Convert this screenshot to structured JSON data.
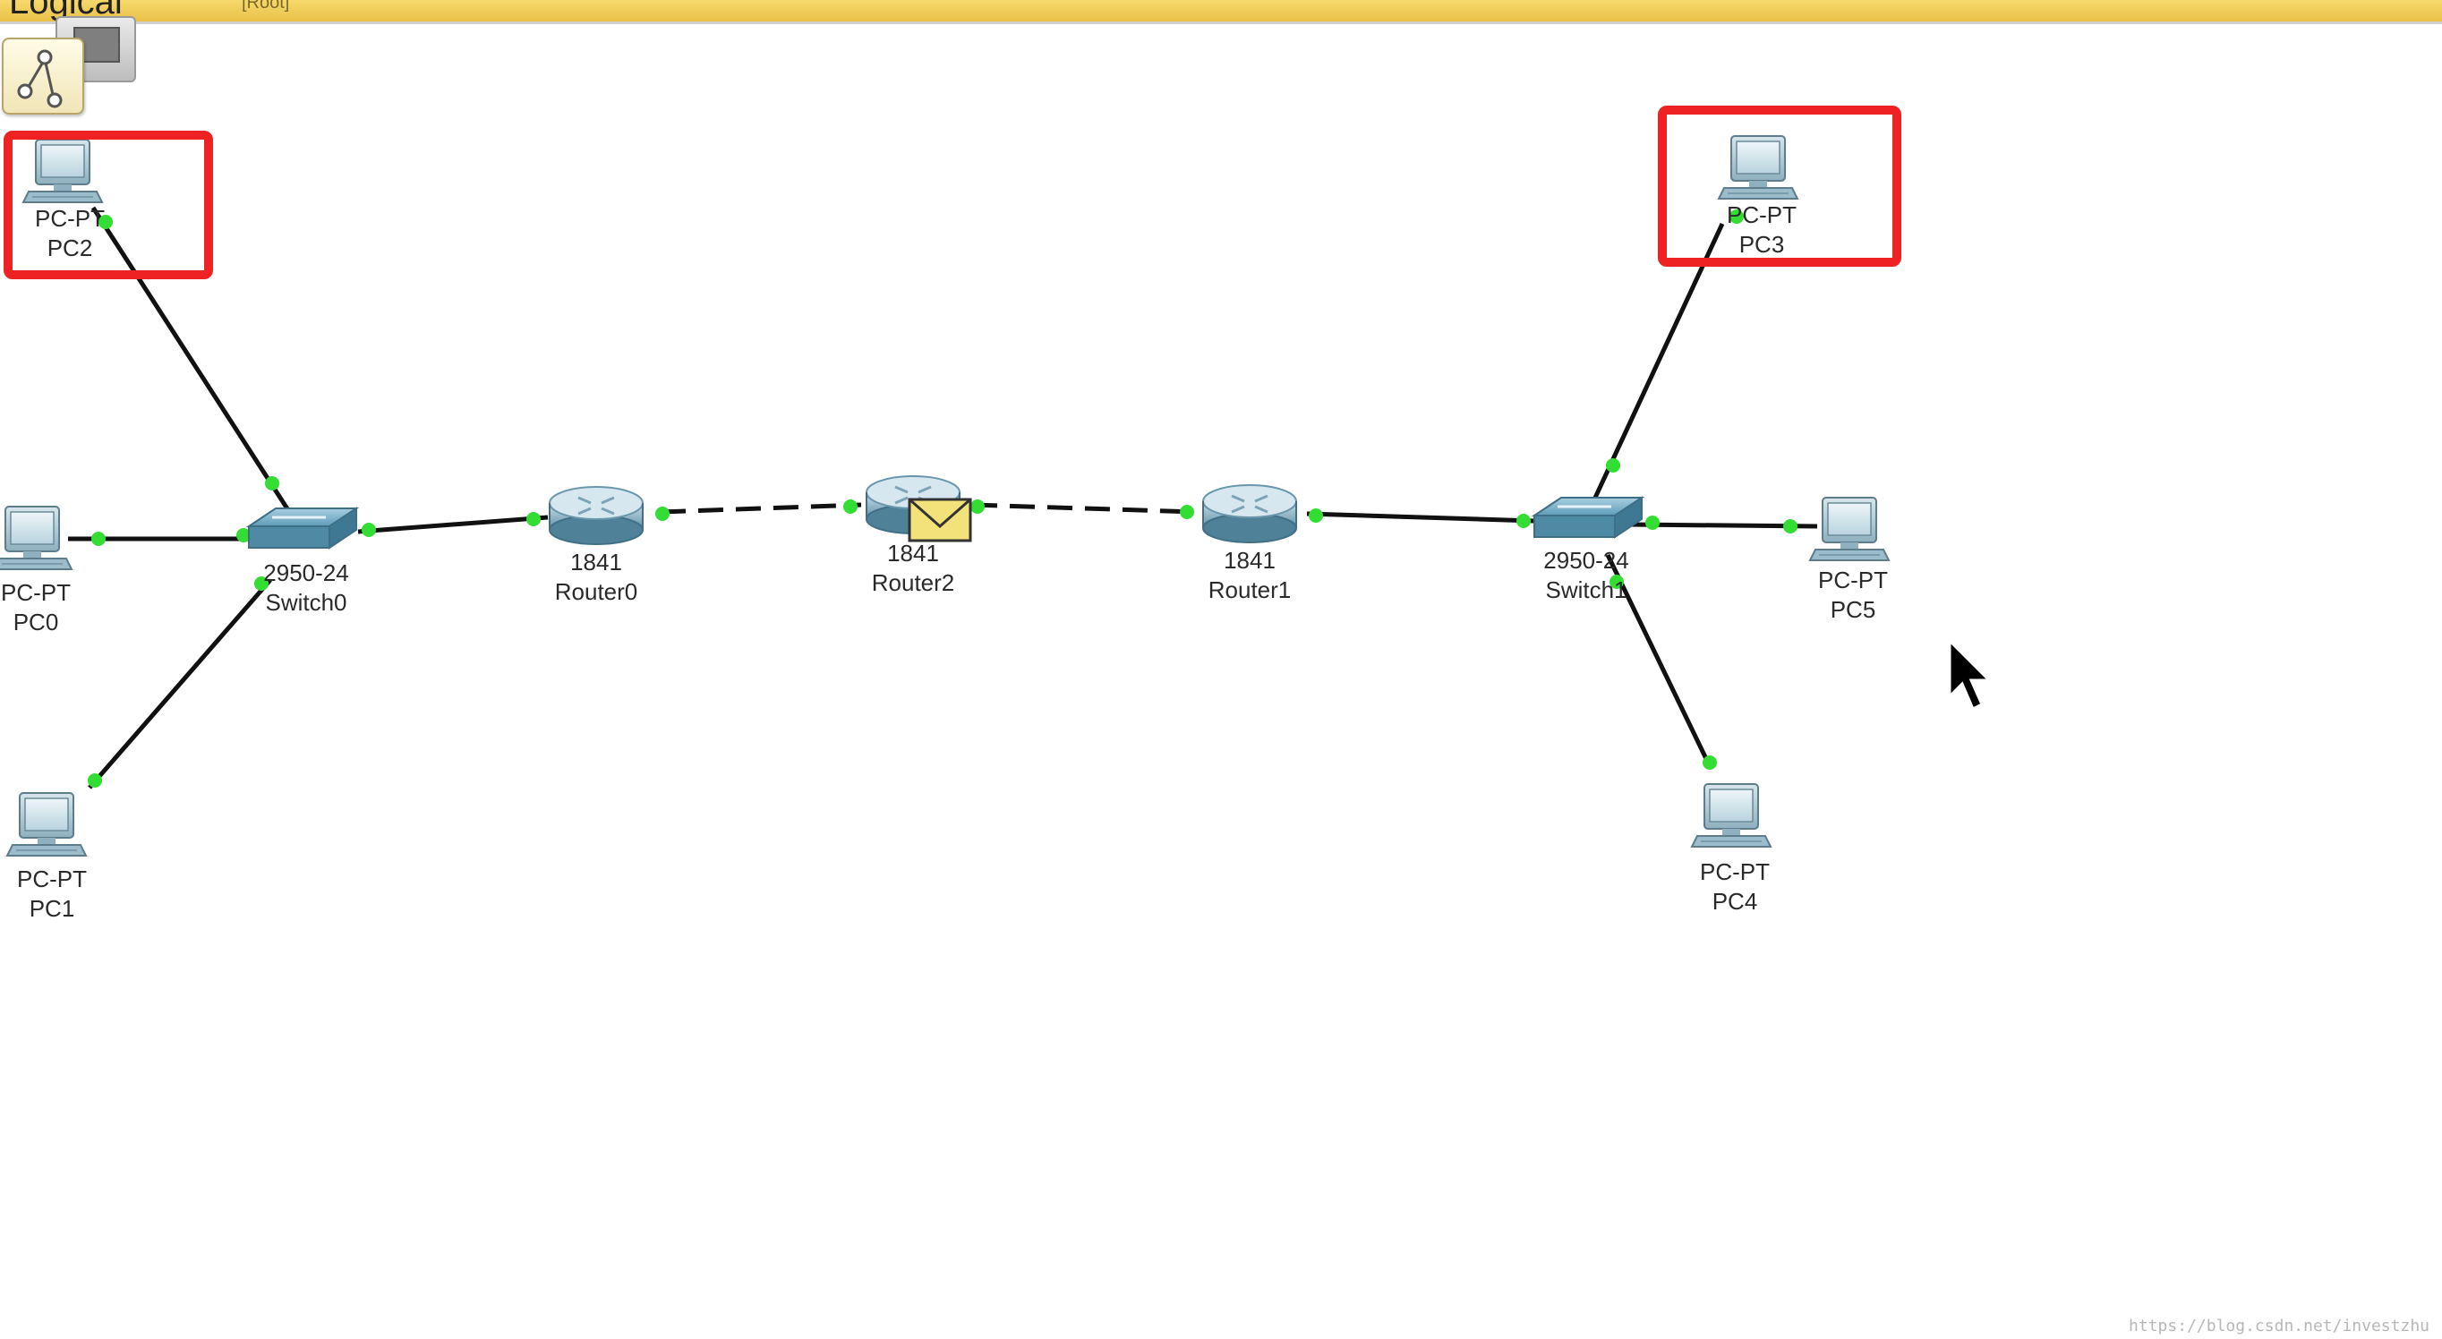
{
  "workspace": {
    "title": "Logical",
    "root_label": "[Root]"
  },
  "devices": {
    "pc0": {
      "model": "PC-PT",
      "name": "PC0"
    },
    "pc1": {
      "model": "PC-PT",
      "name": "PC1"
    },
    "pc2": {
      "model": "PC-PT",
      "name": "PC2"
    },
    "pc3": {
      "model": "PC-PT",
      "name": "PC3"
    },
    "pc4": {
      "model": "PC-PT",
      "name": "PC4"
    },
    "pc5": {
      "model": "PC-PT",
      "name": "PC5"
    },
    "switch0": {
      "model": "2950-24",
      "name": "Switch0"
    },
    "switch1": {
      "model": "2950-24",
      "name": "Switch1"
    },
    "router0": {
      "model": "1841",
      "name": "Router0"
    },
    "router1": {
      "model": "1841",
      "name": "Router1"
    },
    "router2": {
      "model": "1841",
      "name": "Router2"
    }
  },
  "colors": {
    "link": "#111111",
    "port_up": "#33dd33",
    "highlight": "#ee2222",
    "pdu_envelope": "#f3e27a"
  },
  "icons": {
    "logical_mode": "topology-icon",
    "pc": "desktop-pc-icon",
    "switch": "switch-icon",
    "router": "router-icon",
    "pdu": "envelope-icon",
    "cursor": "mouse-pointer-icon"
  },
  "watermark": "https://blog.csdn.net/investzhu"
}
